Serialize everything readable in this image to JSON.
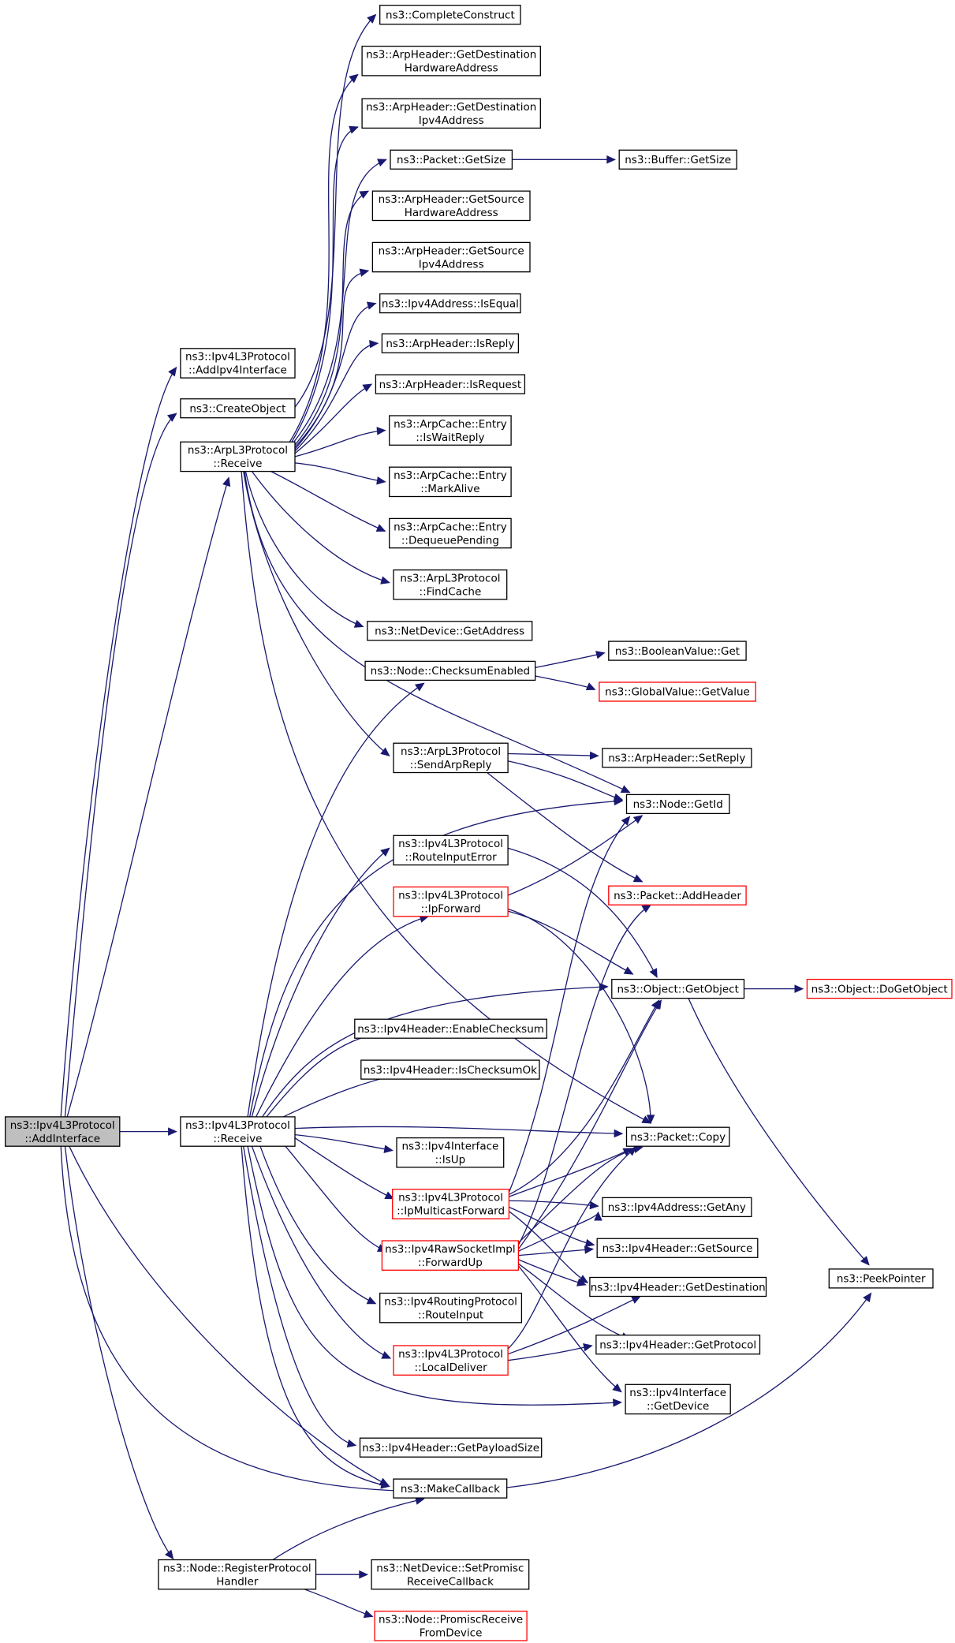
{
  "nodes": [
    {
      "id": "root",
      "lines": [
        "ns3::Ipv4L3Protocol",
        "::AddInterface"
      ],
      "style": "root"
    },
    {
      "id": "addipv4",
      "lines": [
        "ns3::Ipv4L3Protocol",
        "::AddIpv4Interface"
      ],
      "style": "normal"
    },
    {
      "id": "createobj",
      "lines": [
        "ns3::CreateObject"
      ],
      "style": "normal"
    },
    {
      "id": "arprecv",
      "lines": [
        "ns3::ArpL3Protocol",
        "::Receive"
      ],
      "style": "normal"
    },
    {
      "id": "ipv4recv",
      "lines": [
        "ns3::Ipv4L3Protocol",
        "::Receive"
      ],
      "style": "normal"
    },
    {
      "id": "regproto",
      "lines": [
        "ns3::Node::RegisterProtocol",
        "Handler"
      ],
      "style": "normal"
    },
    {
      "id": "complete",
      "lines": [
        "ns3::CompleteConstruct"
      ],
      "style": "normal"
    },
    {
      "id": "getdsthw",
      "lines": [
        "ns3::ArpHeader::GetDestination",
        "HardwareAddress"
      ],
      "style": "normal"
    },
    {
      "id": "getdstip",
      "lines": [
        "ns3::ArpHeader::GetDestination",
        "Ipv4Address"
      ],
      "style": "normal"
    },
    {
      "id": "pktsize",
      "lines": [
        "ns3::Packet::GetSize"
      ],
      "style": "normal"
    },
    {
      "id": "bufsize",
      "lines": [
        "ns3::Buffer::GetSize"
      ],
      "style": "normal"
    },
    {
      "id": "getsrchw",
      "lines": [
        "ns3::ArpHeader::GetSource",
        "HardwareAddress"
      ],
      "style": "normal"
    },
    {
      "id": "getsrcip",
      "lines": [
        "ns3::ArpHeader::GetSource",
        "Ipv4Address"
      ],
      "style": "normal"
    },
    {
      "id": "isequal",
      "lines": [
        "ns3::Ipv4Address::IsEqual"
      ],
      "style": "normal"
    },
    {
      "id": "isreply",
      "lines": [
        "ns3::ArpHeader::IsReply"
      ],
      "style": "normal"
    },
    {
      "id": "isrequest",
      "lines": [
        "ns3::ArpHeader::IsRequest"
      ],
      "style": "normal"
    },
    {
      "id": "iswait",
      "lines": [
        "ns3::ArpCache::Entry",
        "::IsWaitReply"
      ],
      "style": "normal"
    },
    {
      "id": "markalive",
      "lines": [
        "ns3::ArpCache::Entry",
        "::MarkAlive"
      ],
      "style": "normal"
    },
    {
      "id": "dequeue",
      "lines": [
        "ns3::ArpCache::Entry",
        "::DequeuePending"
      ],
      "style": "normal"
    },
    {
      "id": "findcache",
      "lines": [
        "ns3::ArpL3Protocol",
        "::FindCache"
      ],
      "style": "normal"
    },
    {
      "id": "getaddr",
      "lines": [
        "ns3::NetDevice::GetAddress"
      ],
      "style": "normal"
    },
    {
      "id": "checksum",
      "lines": [
        "ns3::Node::ChecksumEnabled"
      ],
      "style": "normal"
    },
    {
      "id": "boolget",
      "lines": [
        "ns3::BooleanValue::Get"
      ],
      "style": "normal"
    },
    {
      "id": "globalget",
      "lines": [
        "ns3::GlobalValue::GetValue"
      ],
      "style": "red"
    },
    {
      "id": "sendarp",
      "lines": [
        "ns3::ArpL3Protocol",
        "::SendArpReply"
      ],
      "style": "normal"
    },
    {
      "id": "setreply",
      "lines": [
        "ns3::ArpHeader::SetReply"
      ],
      "style": "normal"
    },
    {
      "id": "getid",
      "lines": [
        "ns3::Node::GetId"
      ],
      "style": "normal"
    },
    {
      "id": "routeerr",
      "lines": [
        "ns3::Ipv4L3Protocol",
        "::RouteInputError"
      ],
      "style": "normal"
    },
    {
      "id": "ipfwd",
      "lines": [
        "ns3::Ipv4L3Protocol",
        "::IpForward"
      ],
      "style": "red"
    },
    {
      "id": "addheader",
      "lines": [
        "ns3::Packet::AddHeader"
      ],
      "style": "red"
    },
    {
      "id": "getobject",
      "lines": [
        "ns3::Object::GetObject"
      ],
      "style": "normal"
    },
    {
      "id": "dogetobj",
      "lines": [
        "ns3::Object::DoGetObject"
      ],
      "style": "red"
    },
    {
      "id": "enablecs",
      "lines": [
        "ns3::Ipv4Header::EnableChecksum"
      ],
      "style": "normal"
    },
    {
      "id": "ischecksum",
      "lines": [
        "ns3::Ipv4Header::IsChecksumOk"
      ],
      "style": "normal"
    },
    {
      "id": "pktcopy",
      "lines": [
        "ns3::Packet::Copy"
      ],
      "style": "normal"
    },
    {
      "id": "isup",
      "lines": [
        "ns3::Ipv4Interface",
        "::IsUp"
      ],
      "style": "normal"
    },
    {
      "id": "ipmcast",
      "lines": [
        "ns3::Ipv4L3Protocol",
        "::IpMulticastForward"
      ],
      "style": "red"
    },
    {
      "id": "getany",
      "lines": [
        "ns3::Ipv4Address::GetAny"
      ],
      "style": "normal"
    },
    {
      "id": "rawfwd",
      "lines": [
        "ns3::Ipv4RawSocketImpl",
        "::ForwardUp"
      ],
      "style": "red"
    },
    {
      "id": "getsource",
      "lines": [
        "ns3::Ipv4Header::GetSource"
      ],
      "style": "normal"
    },
    {
      "id": "peek",
      "lines": [
        "ns3::PeekPointer"
      ],
      "style": "normal"
    },
    {
      "id": "getdest",
      "lines": [
        "ns3::Ipv4Header::GetDestination"
      ],
      "style": "normal"
    },
    {
      "id": "routeinput",
      "lines": [
        "ns3::Ipv4RoutingProtocol",
        "::RouteInput"
      ],
      "style": "normal"
    },
    {
      "id": "getproto",
      "lines": [
        "ns3::Ipv4Header::GetProtocol"
      ],
      "style": "normal"
    },
    {
      "id": "localdeliver",
      "lines": [
        "ns3::Ipv4L3Protocol",
        "::LocalDeliver"
      ],
      "style": "red"
    },
    {
      "id": "getdevice",
      "lines": [
        "ns3::Ipv4Interface",
        "::GetDevice"
      ],
      "style": "normal"
    },
    {
      "id": "payloadsize",
      "lines": [
        "ns3::Ipv4Header::GetPayloadSize"
      ],
      "style": "normal"
    },
    {
      "id": "makecb",
      "lines": [
        "ns3::MakeCallback"
      ],
      "style": "normal"
    },
    {
      "id": "setpromisc",
      "lines": [
        "ns3::NetDevice::SetPromisc",
        "ReceiveCallback"
      ],
      "style": "normal"
    },
    {
      "id": "promiscrecv",
      "lines": [
        "ns3::Node::PromiscReceive",
        "FromDevice"
      ],
      "style": "red"
    }
  ],
  "colors": {
    "edge": "#191970",
    "root_fill": "#bfbfbf",
    "node_fill": "#ffffff",
    "node_border": "#000000",
    "node_border_red": "#ff0000"
  }
}
